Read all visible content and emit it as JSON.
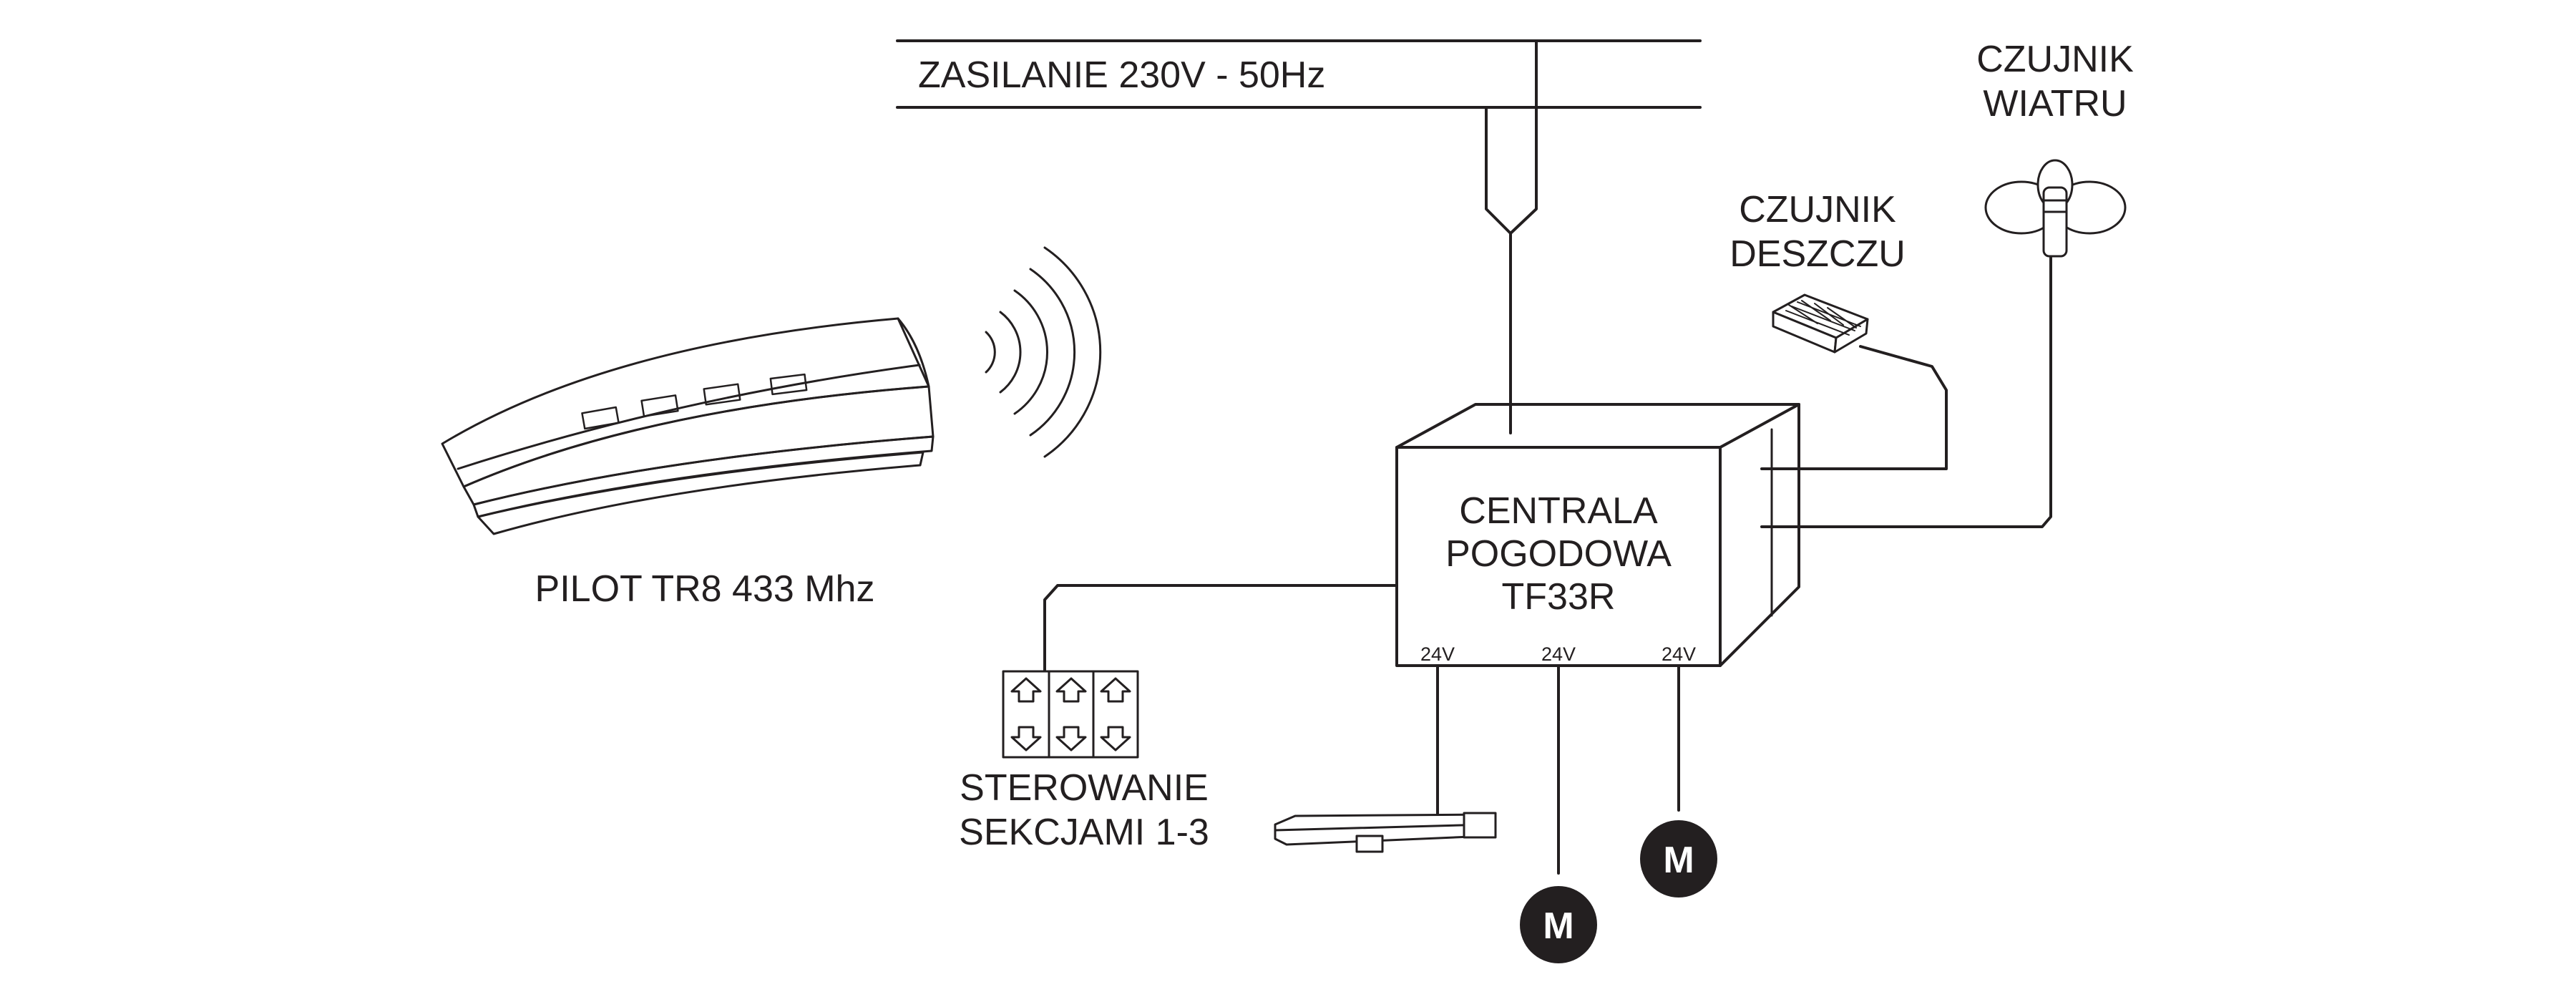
{
  "labels": {
    "power_supply": "ZASILANIE 230V - 50Hz",
    "wind_sensor": [
      "CZUJNIK",
      "WIATRU"
    ],
    "rain_sensor": [
      "CZUJNIK",
      "DESZCZU"
    ],
    "remote": "PILOT TR8 433 Mhz",
    "central_unit": [
      "CENTRALA",
      "POGODOWA",
      "TF33R"
    ],
    "section_control": [
      "STEROWANIE",
      "SEKCJAMI 1-3"
    ],
    "outputs": [
      "24V",
      "24V",
      "24V"
    ],
    "motor_symbol": "M"
  },
  "icons": [
    "remote-control-icon",
    "radio-wave-icon",
    "rain-sensor-icon",
    "wind-sensor-icon",
    "wall-switch-icon",
    "arrow-up-icon",
    "arrow-down-icon",
    "actuator-icon",
    "motor-icon"
  ],
  "colors": {
    "line": "#231f20",
    "motor_fill": "#231f20",
    "motor_text": "#ffffff"
  }
}
